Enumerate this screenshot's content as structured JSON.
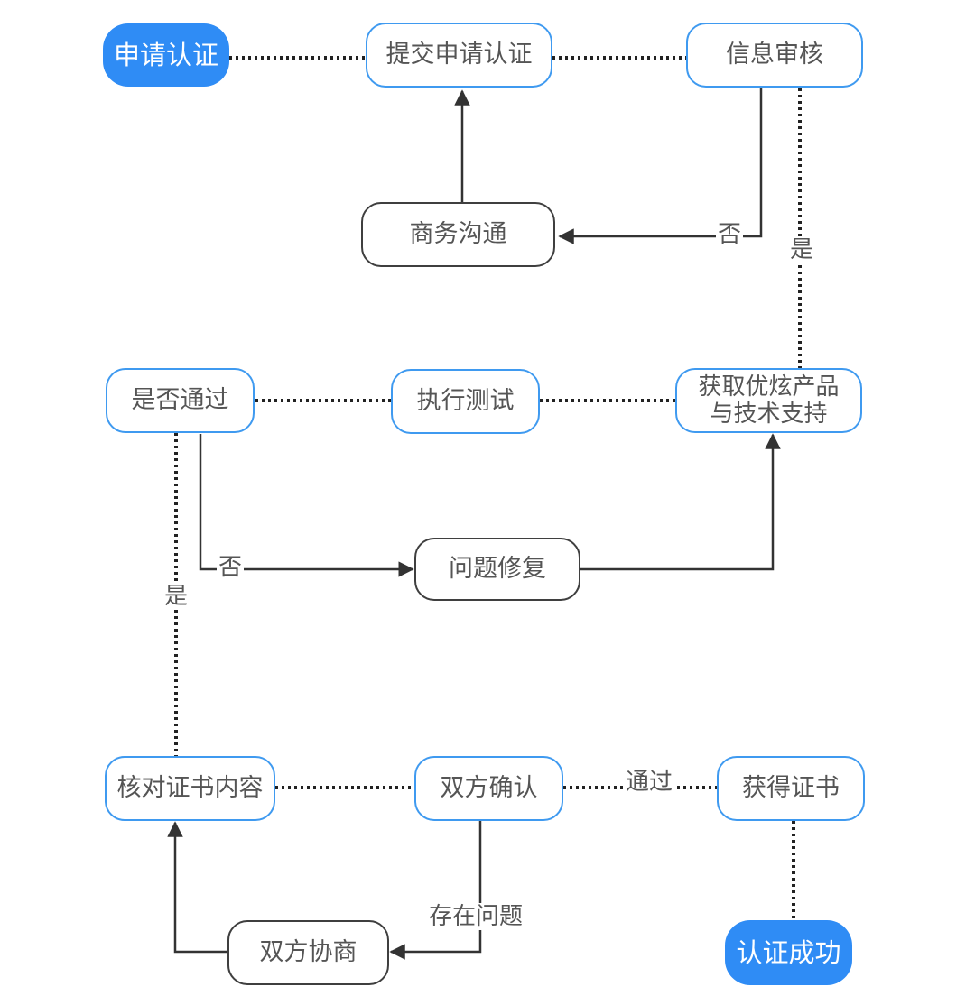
{
  "nodes": {
    "apply": "申请认证",
    "submit": "提交申请认证",
    "review": "信息审核",
    "business": "商务沟通",
    "passed": "是否通过",
    "test": "执行测试",
    "support": "获取优炫产品\n与技术支持",
    "fix": "问题修复",
    "verify": "核对证书内容",
    "confirm": "双方确认",
    "obtain": "获得证书",
    "negotiate": "双方协商",
    "success": "认证成功"
  },
  "labels": {
    "review_no": "否",
    "review_yes": "是",
    "passed_no": "否",
    "passed_yes": "是",
    "confirm_pass": "通过",
    "confirm_issue": "存在问题"
  },
  "colors": {
    "terminal": "#2f8cf5",
    "node_border": "#3f9af0",
    "process_border": "#3f3f3f",
    "line": "#333333"
  }
}
